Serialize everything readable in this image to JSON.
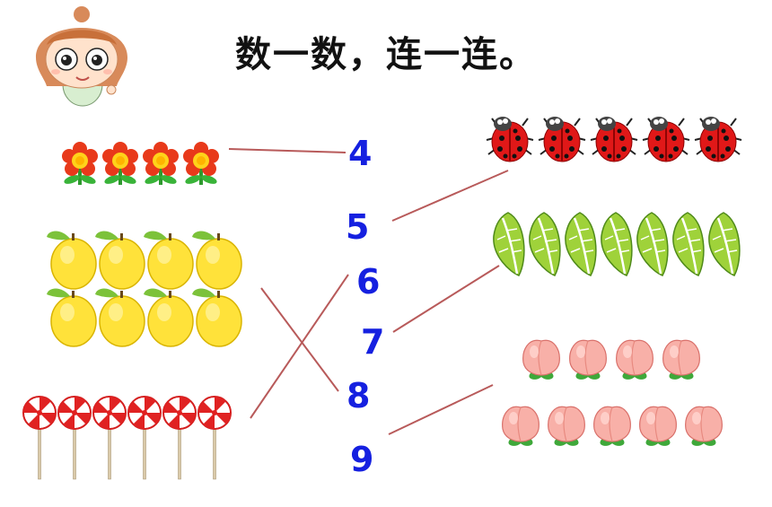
{
  "title": "数一数，连一连。",
  "numbers": [
    "4",
    "5",
    "6",
    "7",
    "8",
    "9"
  ],
  "groups": {
    "flowers": 4,
    "lemons": 8,
    "lollipops": 6,
    "ladybugs": 5,
    "leaves": 7,
    "peaches": 9
  },
  "links": [
    {
      "from": "flowers",
      "to": "4"
    },
    {
      "from": "ladybugs",
      "to": "5"
    },
    {
      "from": "lollipops",
      "to": "6"
    },
    {
      "from": "leaves",
      "to": "7"
    },
    {
      "from": "lemons",
      "to": "8"
    },
    {
      "from": "peaches",
      "to": "9"
    }
  ],
  "colors": {
    "line": "#b85a5a",
    "number": "#1520e0"
  }
}
